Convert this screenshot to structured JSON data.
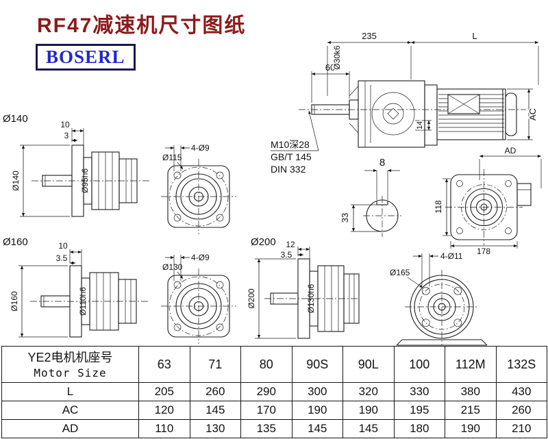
{
  "page": {
    "title": "RF47减速机尺寸图纸",
    "logo": "BOSERL"
  },
  "colors": {
    "title": "#8b1b1b",
    "logo_text": "#2228c8",
    "logo_border": "#18184f",
    "line": "#1a1a1a"
  },
  "drawings": {
    "main_view": {
      "dim_235": "235",
      "dim_L": "L",
      "dim_60": "60",
      "shaft_dia": "Ø30k6",
      "dim_AC": "AC",
      "dim_14": "14"
    },
    "notes": [
      "M10深28",
      "GB/T 145",
      "DIN 332"
    ],
    "keyway": {
      "dim_8": "8",
      "dim_33": "33"
    },
    "rear_view": {
      "dim_AD": "AD",
      "dim_118": "118",
      "dim_178": "178"
    },
    "flange140": {
      "label": "Ø140",
      "dim1": "10",
      "dim2": "3",
      "dia": "Ø140",
      "hub": "Ø95h6"
    },
    "square115": {
      "holes": "4-Ø9",
      "dia": "Ø115"
    },
    "flange160": {
      "label": "Ø160",
      "dim1": "10",
      "dim2": "3.5",
      "dia": "Ø160",
      "hub": "Ø110h6"
    },
    "square130": {
      "holes": "4-Ø9",
      "dia": "Ø130"
    },
    "flange200": {
      "label": "Ø200",
      "dim1": "12",
      "dim2": "3.5",
      "dia": "Ø200",
      "hub": "Ø130h6"
    },
    "round165": {
      "holes": "4-Ø11",
      "dia": "Ø165"
    }
  },
  "table": {
    "header_line1": "YE2电机机座号",
    "header_line2": "Motor Size",
    "sizes": [
      "63",
      "71",
      "80",
      "90S",
      "90L",
      "100",
      "112M",
      "132S"
    ],
    "rows": [
      {
        "label": "L",
        "values": [
          "205",
          "260",
          "290",
          "300",
          "320",
          "330",
          "380",
          "430"
        ]
      },
      {
        "label": "AC",
        "values": [
          "120",
          "145",
          "170",
          "190",
          "190",
          "195",
          "215",
          "260"
        ]
      },
      {
        "label": "AD",
        "values": [
          "110",
          "130",
          "135",
          "145",
          "145",
          "180",
          "190",
          "210"
        ]
      }
    ]
  }
}
